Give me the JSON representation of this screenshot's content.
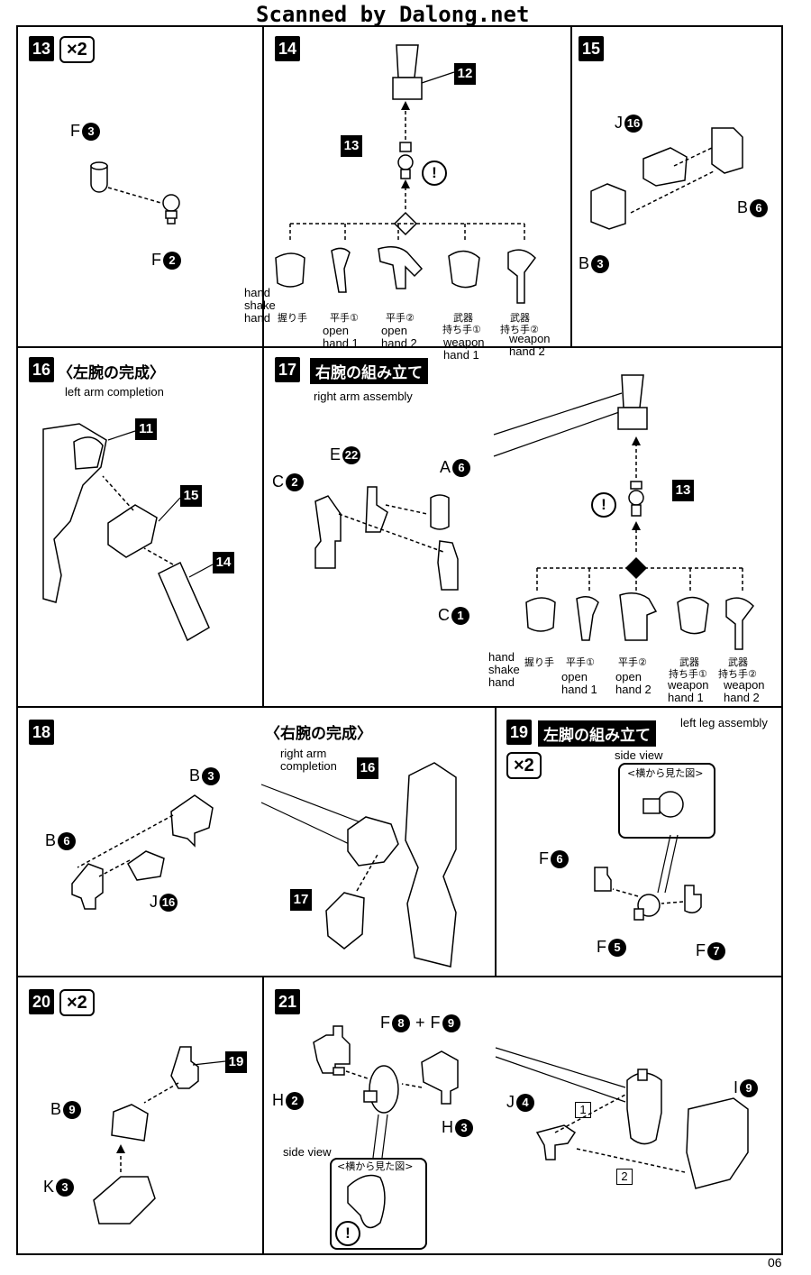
{
  "header": {
    "scan_credit": "Scanned by Dalong.net"
  },
  "page_number": "06",
  "steps": {
    "s13": {
      "num": "13",
      "mult": "×2",
      "parts": {
        "a": "F",
        "a_n": "3",
        "b": "F",
        "b_n": "2"
      }
    },
    "s14": {
      "num": "14",
      "ref_top": "12",
      "ref_mid": "13",
      "warn": "!",
      "hands": {
        "hand_shake": "hand shake hand",
        "grip_jp": "握り手",
        "open1_jp": "平手①",
        "open1": "open hand 1",
        "open2_jp": "平手②",
        "open2": "open hand 2",
        "weapon1_jp1": "武器",
        "weapon1_jp2": "持ち手①",
        "weapon1": "weapon hand 1",
        "weapon2_jp1": "武器",
        "weapon2_jp2": "持ち手②",
        "weapon2": "weapon hand 2"
      }
    },
    "s15": {
      "num": "15",
      "parts": {
        "j": "J",
        "j_n": "16",
        "b1": "B",
        "b1_n": "6",
        "b2": "B",
        "b2_n": "3"
      }
    },
    "s16": {
      "num": "16",
      "title_jp": "〈左腕の完成〉",
      "title_en": "left arm completion",
      "ref_a": "11",
      "ref_b": "15",
      "ref_c": "14"
    },
    "s17": {
      "num": "17",
      "title_jp": "右腕の組み立て",
      "title_en": "right arm assembly",
      "parts": {
        "e": "E",
        "e_n": "22",
        "a": "A",
        "a_n": "6",
        "c1": "C",
        "c1_n": "2",
        "c2": "C",
        "c2_n": "1"
      },
      "ref_mid": "13",
      "warn": "!",
      "hands": {
        "hand_shake": "hand shake hand",
        "grip_jp": "握り手",
        "open1_jp": "平手①",
        "open1": "open hand 1",
        "open2_jp": "平手②",
        "open2": "open hand 2",
        "weapon1_jp1": "武器",
        "weapon1_jp2": "持ち手①",
        "weapon1": "weapon hand 1",
        "weapon2_jp1": "武器",
        "weapon2_jp2": "持ち手②",
        "weapon2": "weapon hand 2"
      }
    },
    "s18": {
      "num": "18",
      "title_jp": "〈右腕の完成〉",
      "title_en": "right arm completion",
      "ref_a": "16",
      "ref_b": "17",
      "parts": {
        "b1": "B",
        "b1_n": "3",
        "b2": "B",
        "b2_n": "6",
        "j": "J",
        "j_n": "16"
      }
    },
    "s19": {
      "num": "19",
      "title_jp": "左脚の組み立て",
      "title_en": "left leg assembly",
      "mult": "×2",
      "side_view": "side view",
      "side_view_jp": "<横から見た図>",
      "parts": {
        "f6": "F",
        "f6_n": "6",
        "f5": "F",
        "f5_n": "5",
        "f7": "F",
        "f7_n": "7"
      }
    },
    "s20": {
      "num": "20",
      "mult": "×2",
      "ref": "19",
      "parts": {
        "b": "B",
        "b_n": "9",
        "k": "K",
        "k_n": "3"
      }
    },
    "s21": {
      "num": "21",
      "parts": {
        "f8": "F",
        "f8_n": "8",
        "plus": "+",
        "f9": "F",
        "f9_n": "9",
        "h2": "H",
        "h2_n": "2",
        "h3": "H",
        "h3_n": "3",
        "j4": "J",
        "j4_n": "4",
        "i9": "I",
        "i9_n": "9"
      },
      "side_view": "side view",
      "side_view_jp": "<横から見た図>",
      "warn": "!",
      "order1": "1",
      "order2": "2"
    }
  }
}
